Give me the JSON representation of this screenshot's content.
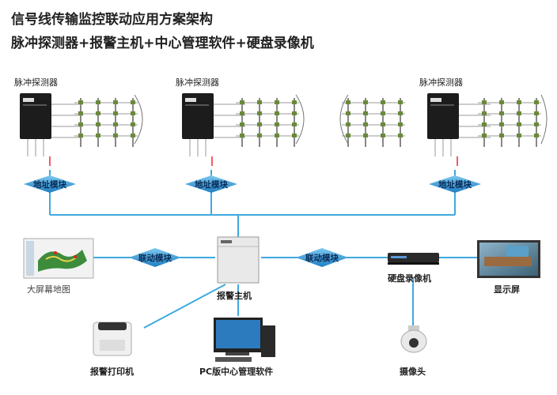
{
  "header": {
    "title": "信号线传输监控联动应用方案架构",
    "subtitle": "脉冲探测器+报警主机+中心管理软件+硬盘录像机"
  },
  "detectors": [
    {
      "label": "脉冲探测器"
    },
    {
      "label": "脉冲探测器"
    },
    {
      "label": "脉冲探测器"
    }
  ],
  "address_modules": [
    {
      "label": "地址模块"
    },
    {
      "label": "地址模块"
    },
    {
      "label": "地址模块"
    }
  ],
  "linkage_modules": [
    {
      "label": "联动模块"
    },
    {
      "label": "联动模块"
    }
  ],
  "devices": {
    "big_screen_map": "大屏幕地图",
    "alarm_host": "报警主机",
    "dvr": "硬盘录像机",
    "display": "显示屏",
    "alarm_printer": "报警打印机",
    "pc_software": "PC版中心管理软件",
    "camera": "摄像头"
  },
  "colors": {
    "line": "#3fa9e0",
    "module_fill": "#2e93d4",
    "detector_box": "#1c1c1c"
  }
}
